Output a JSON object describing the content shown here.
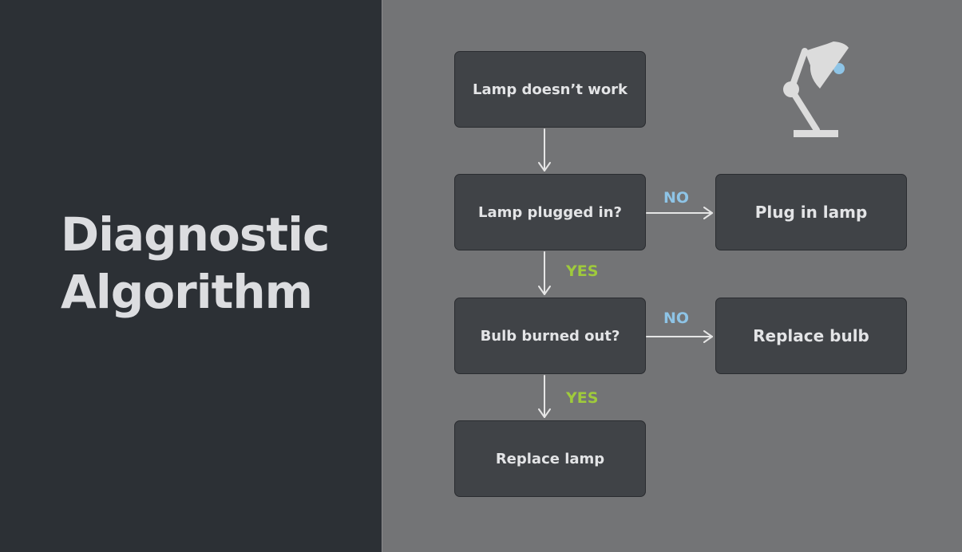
{
  "title": {
    "line1": "Diagnostic",
    "line2": "Algorithm"
  },
  "flowchart": {
    "nodes": {
      "start": "Lamp doesn’t work",
      "plugged": "Lamp plugged in?",
      "plug_in": "Plug in lamp",
      "bulb": "Bulb burned out?",
      "replace_bulb": "Replace bulb",
      "replace_lamp": "Replace lamp"
    },
    "edges": {
      "plugged_no": "NO",
      "plugged_yes": "YES",
      "bulb_no": "NO",
      "bulb_yes": "YES"
    }
  },
  "illustration": {
    "icon": "desk-lamp-icon"
  },
  "colors": {
    "left_background": "#2c3035",
    "right_background": "#737476",
    "node_fill": "#404347",
    "yes_label": "#9fca3c",
    "no_label": "#8ec4e6",
    "connector": "#e6e6e6"
  }
}
